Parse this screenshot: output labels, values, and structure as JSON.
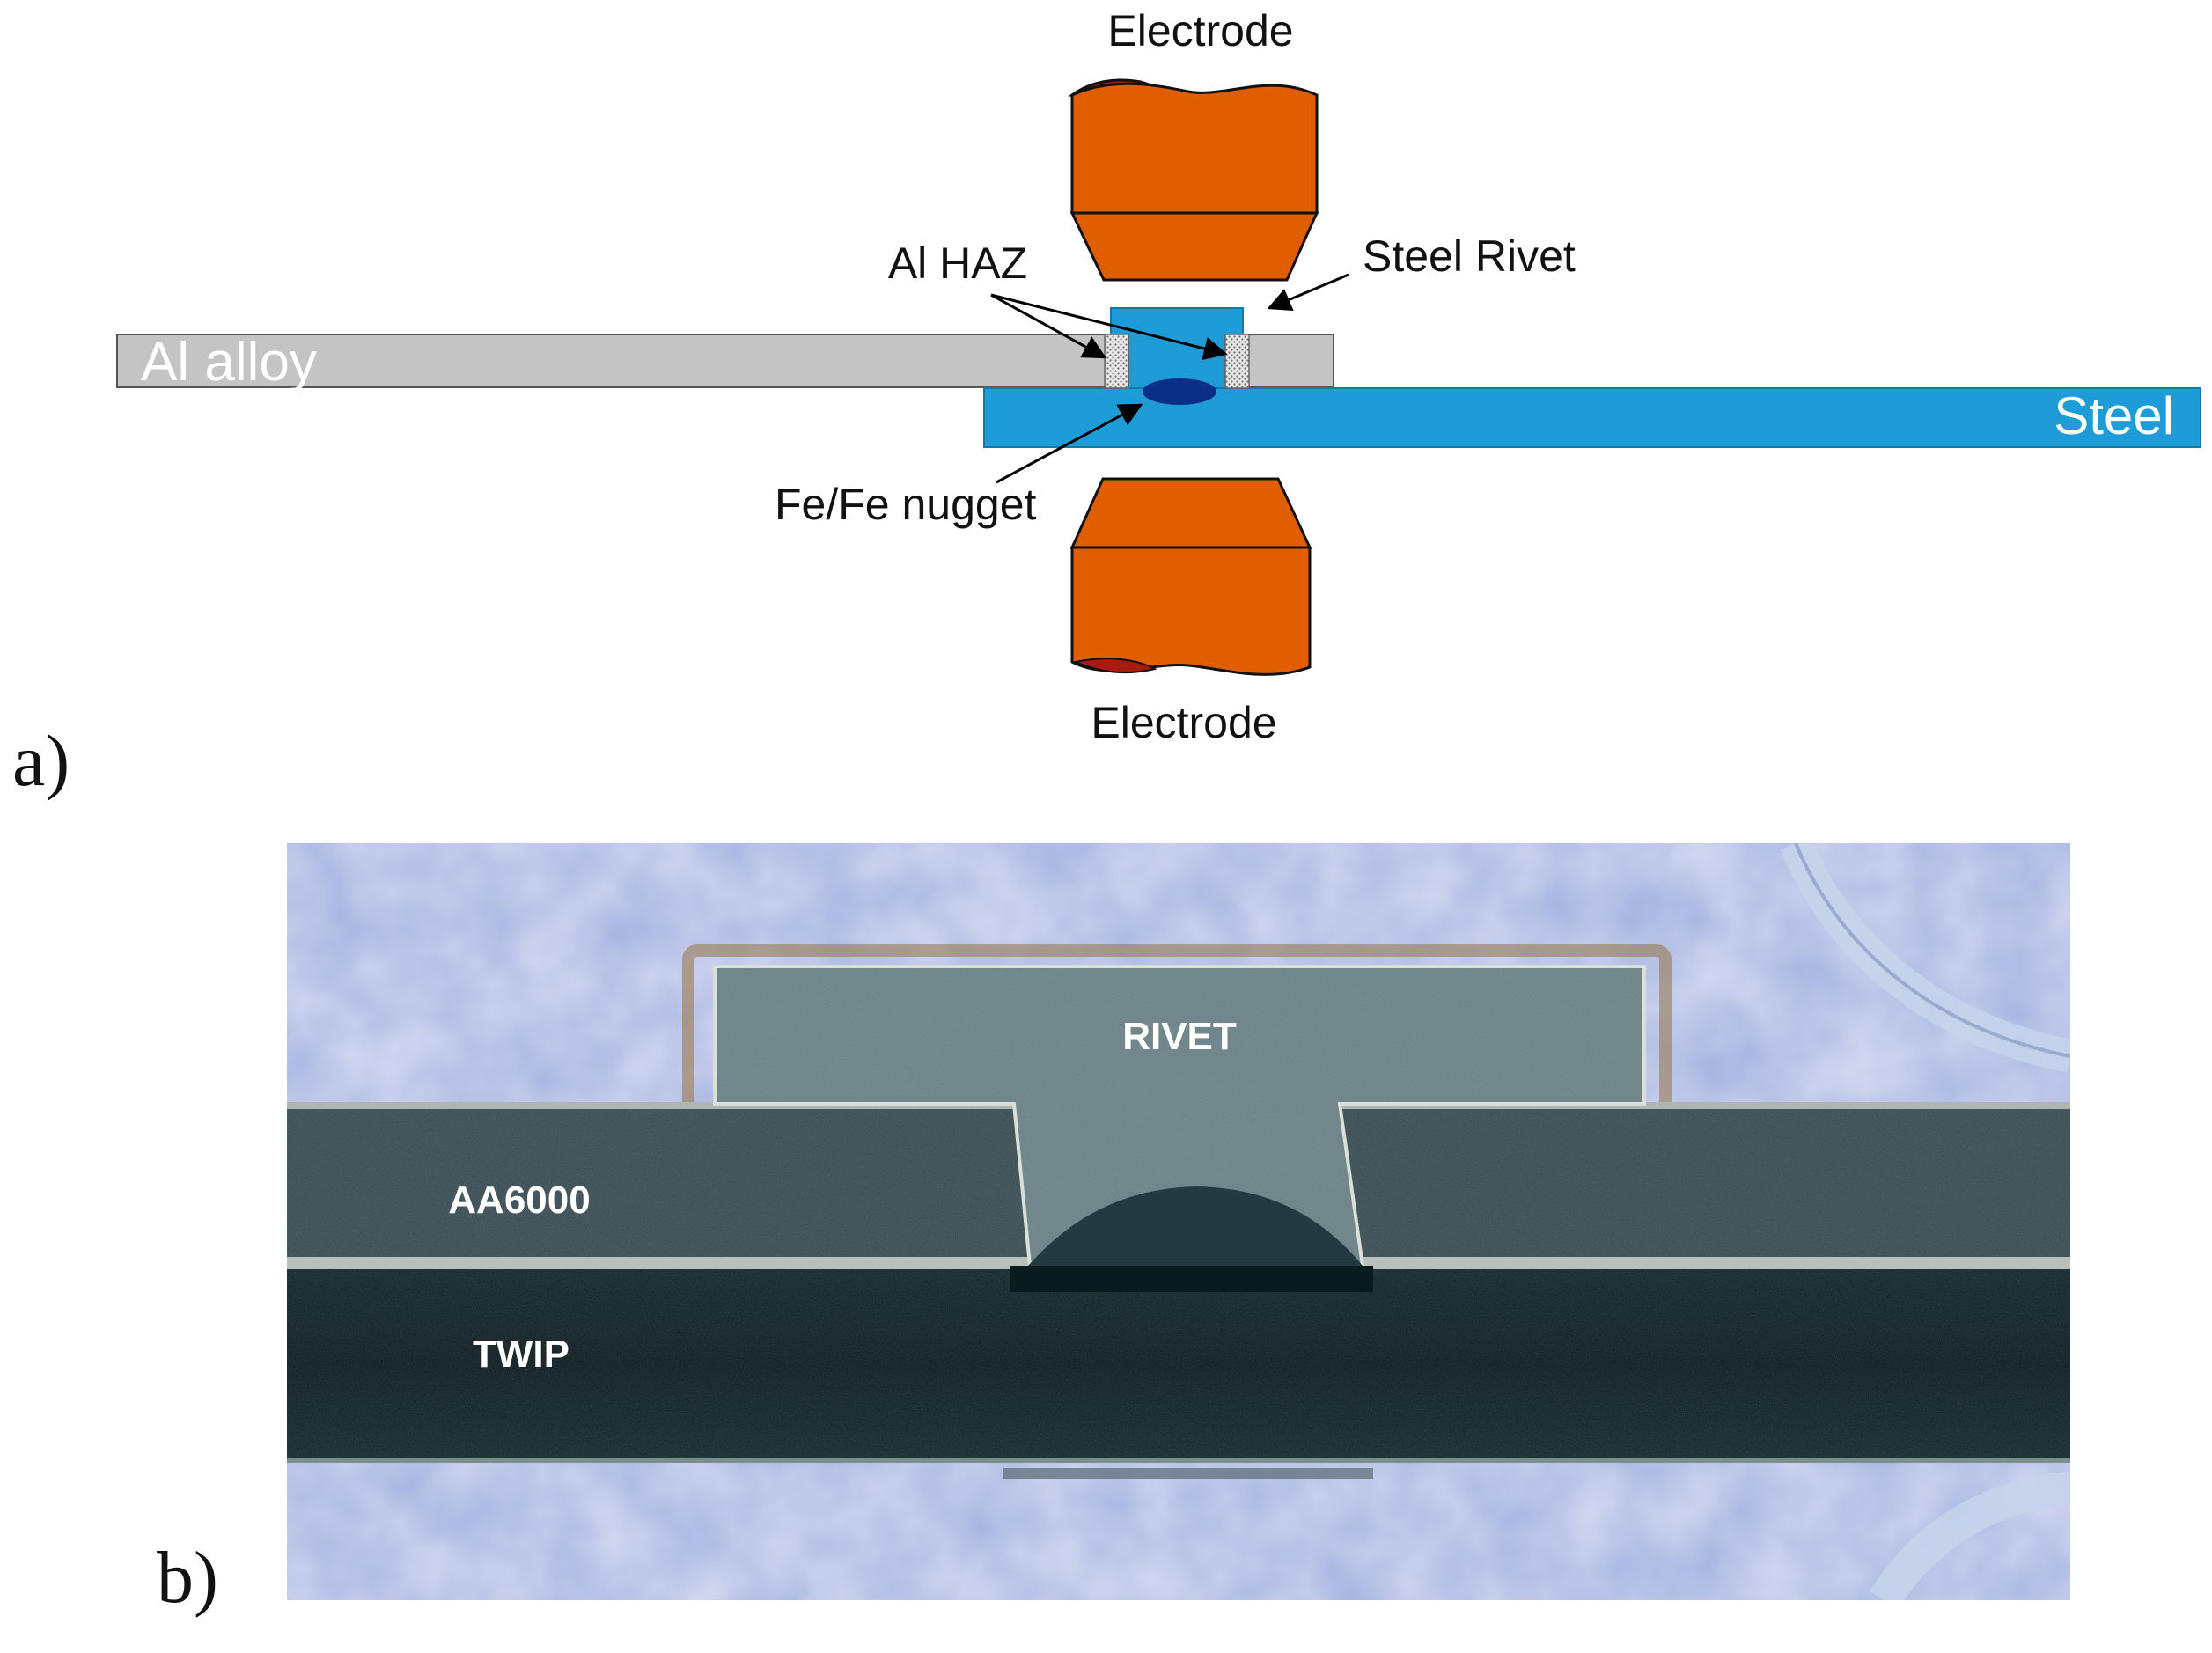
{
  "panel_a": {
    "letter": "a)",
    "labels": {
      "electrode_top": "Electrode",
      "electrode_bottom": "Electrode",
      "al_haz": "Al HAZ",
      "steel_rivet": "Steel Rivet",
      "al_alloy": "Al alloy",
      "steel": "Steel",
      "nugget": "Fe/Fe nugget"
    }
  },
  "panel_b": {
    "letter": "b)",
    "labels": {
      "rivet": "RIVET",
      "aa6000": "AA6000",
      "twip": "TWIP"
    }
  },
  "colors": {
    "electrode": "#e05d00",
    "electrode_cap": "#a81c10",
    "steel": "#1e9cd8",
    "al_alloy": "#c4c4c4",
    "nugget": "#0b2f86",
    "mount_resin": "#a4b1e0",
    "rivet_metal": "#637b80",
    "aa6000_metal": "#32464c",
    "twip_metal": "#06161a"
  }
}
